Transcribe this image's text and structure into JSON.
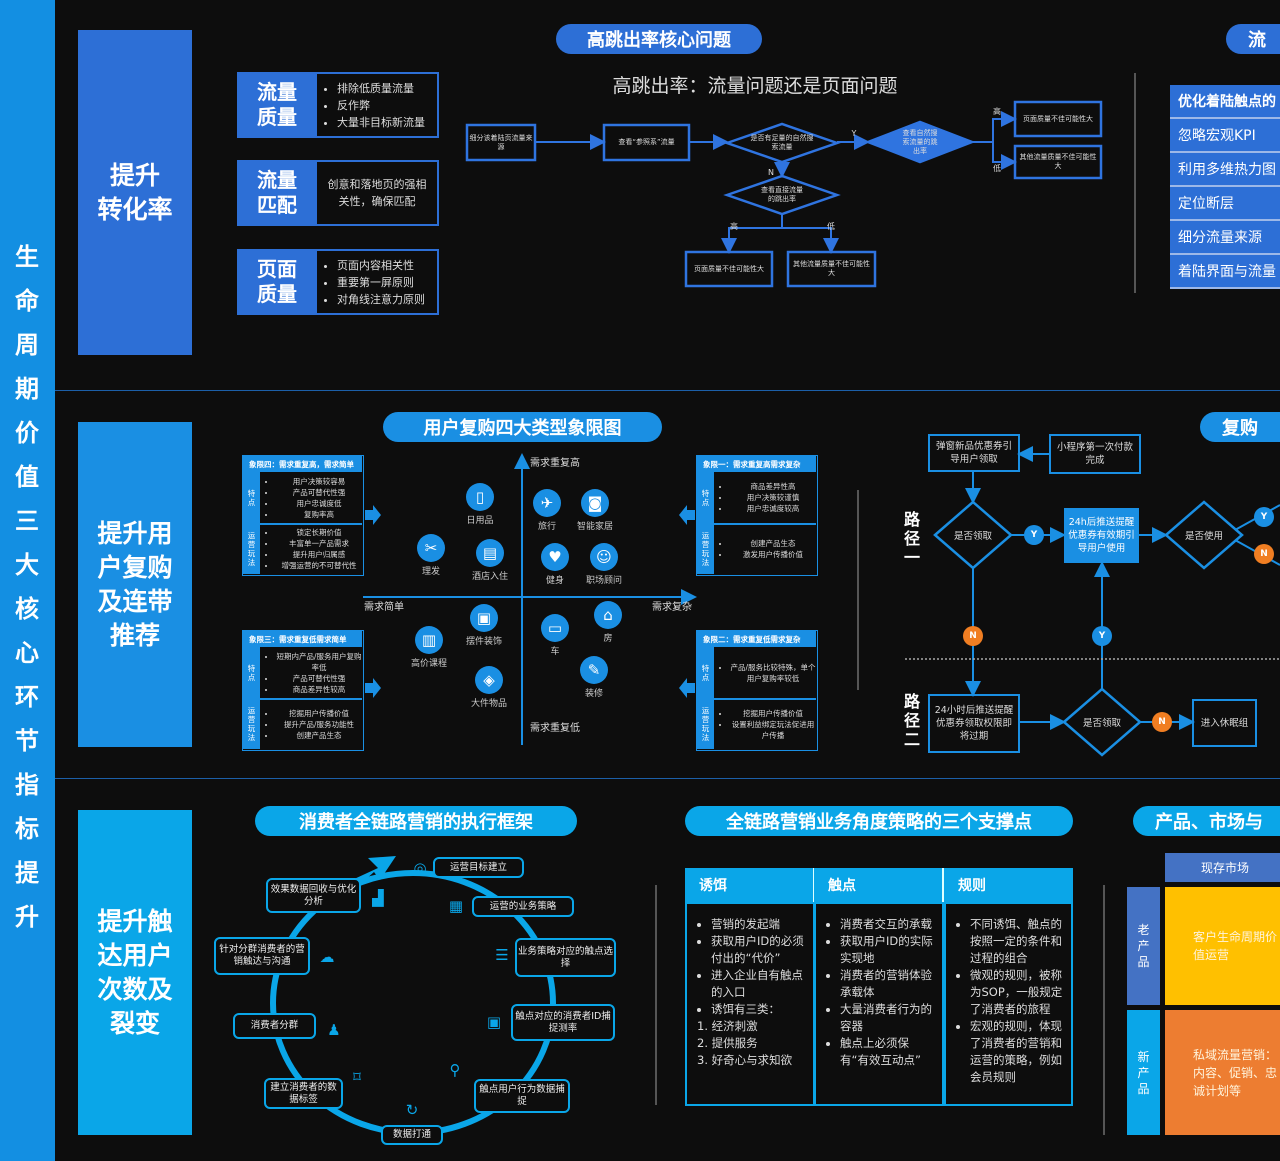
{
  "sidebar_title": "生命周期价值三大核心环节指标提升",
  "colors": {
    "sidebar": "#138fe2",
    "s1": "#2d6fd6",
    "s2": "#1a8fe3",
    "s3": "#0aa6e8",
    "yes": "#1a8fe3",
    "no": "#f07e22",
    "yellow": "#ffc000",
    "orange": "#ed7d31",
    "matrix_blue": "#4472c4"
  },
  "s1": {
    "label": [
      "提升",
      "转化率"
    ],
    "pill": "高跳出率核心问题",
    "subtitle": "高跳出率：流量问题还是页面问题",
    "cards": [
      {
        "title": "流量质量",
        "bullets": [
          "排除低质量流量",
          "反作弊",
          "大量非目标新流量"
        ]
      },
      {
        "title": "流量匹配",
        "text": "创意和落地页的强相关性，确保匹配"
      },
      {
        "title": "页面质量",
        "bullets": [
          "页面内容相关性",
          "重要第一屏原则",
          "对角线注意力原则"
        ]
      }
    ],
    "flow": {
      "n1": "细分该着陆页流量来源",
      "n2": "查看“参照系”流量",
      "d1": "是否有足量的自然搜索流量",
      "d2": "查看自然搜索流量的跳出率",
      "d3": "查看直接流量的跳出率",
      "b1": "页面质量不佳可能性大",
      "b2": "其他流量质量不佳可能性大",
      "r1": "页面质量不佳可能性大",
      "r2": "其他流量质量不佳可能性大",
      "y": "Y",
      "n": "N",
      "high": "高",
      "low": "低"
    },
    "right_pill": "流",
    "right_list": [
      "优化着陆触点的",
      "忽略宏观KPI",
      "利用多维热力图",
      "定位断层",
      "细分流量来源",
      "着陆界面与流量"
    ]
  },
  "s2": {
    "label": [
      "提升用",
      "户复购",
      "及连带",
      "推荐"
    ],
    "pill": "用户复购四大类型象限图",
    "axis": {
      "top": "需求重复高",
      "bottom": "需求重复低",
      "left": "需求简单",
      "right": "需求复杂"
    },
    "side_features": "特点",
    "side_ops": "运营玩法",
    "quadrants": [
      {
        "title": "象限四：需求重复高，需求简单",
        "features": [
          "用户决策较容易",
          "产品可替代性强",
          "用户忠诚度低",
          "复购率高"
        ],
        "ops": [
          "锁定长期价值",
          "丰富单一产品需求",
          "提升用户归属感",
          "增强运营的不可替代性"
        ]
      },
      {
        "title": "象限一：需求重复高需求复杂",
        "features": [
          "商品差异性高",
          "用户决策较谨慎",
          "用户忠诚度较高"
        ],
        "ops": [
          "创建产品生态",
          "激发用户传播价值"
        ]
      },
      {
        "title": "象限三：需求重复低需求简单",
        "features": [
          "短期内产品/服务用户复购率低",
          "产品可替代性强",
          "商品差异性较高"
        ],
        "ops": [
          "挖掘用户传播价值",
          "提升产品/服务功能性",
          "创建产品生态"
        ]
      },
      {
        "title": "象限二：需求重复低需求复杂",
        "features": [
          "产品/服务比较特殊，单个用户复购率较低"
        ],
        "ops": [
          "挖掘用户传播价值",
          "设置利益绑定玩法促进用户传播"
        ]
      }
    ],
    "icons": [
      {
        "label": "日用品",
        "glyph": "▯"
      },
      {
        "label": "理发",
        "glyph": "✂"
      },
      {
        "label": "酒店入住",
        "glyph": "▤"
      },
      {
        "label": "旅行",
        "glyph": "✈"
      },
      {
        "label": "智能家居",
        "glyph": "◙"
      },
      {
        "label": "健身",
        "glyph": "♥"
      },
      {
        "label": "职场顾问",
        "glyph": "☺"
      },
      {
        "label": "摆件装饰",
        "glyph": "▣"
      },
      {
        "label": "高价课程",
        "glyph": "▥"
      },
      {
        "label": "大件物品",
        "glyph": "◈"
      },
      {
        "label": "车",
        "glyph": "▭"
      },
      {
        "label": "房",
        "glyph": "⌂"
      },
      {
        "label": "装修",
        "glyph": "✎"
      }
    ],
    "right_pill": "复购",
    "flow": {
      "path1": "路径一",
      "path2": "路径二",
      "coupon": "弹窗新品优惠券引导用户领取",
      "first_pay": "小程序第一次付款完成",
      "claimed": "是否领取",
      "remind24h": "24h后推送提醒优惠券有效期引导用户使用",
      "used": "是否使用",
      "remind24h_2": "24小时后推送提醒优惠券领取权限即将过期",
      "claimed2": "是否领取",
      "sleep": "进入休眠组",
      "y": "Y",
      "n": "N"
    }
  },
  "s3": {
    "label": [
      "提升触",
      "达用户",
      "次数及",
      "裂变"
    ],
    "pill1": "消费者全链路营销的执行框架",
    "cycle": [
      "运营目标建立",
      "运营的业务策略",
      "业务策略对应的触点选择",
      "触点对应的消费者ID捕捉测率",
      "触点用户行为数据捕捉",
      "数据打通",
      "建立消费者的数据标签",
      "消费者分群",
      "针对分群消费者的营销触达与沟通",
      "效果数据回收与优化分析"
    ],
    "pill2": "全链路营销业务角度策略的三个支撑点",
    "table": [
      {
        "head": "诱饵",
        "bullets": [
          "营销的发起端",
          "获取用户ID的必须付出的“代价”",
          "进入企业自有触点的入口",
          "诱饵有三类："
        ],
        "numbered": [
          "1. 经济刺激",
          "2. 提供服务",
          "3. 好奇心与求知欲"
        ]
      },
      {
        "head": "触点",
        "bullets": [
          "消费者交互的承载",
          "获取用户ID的实际实现地",
          "消费者的营销体验承载体",
          "大量消费者行为的容器",
          "触点上必须保有“有效互动点”"
        ]
      },
      {
        "head": "规则",
        "bullets": [
          "不同诱饵、触点的按照一定的条件和过程的组合",
          "微观的规则，被称为SOP，一般规定了消费者的旅程",
          "宏观的规则，体现了消费者的营销和运营的策略，例如会员规则"
        ]
      }
    ],
    "pill3": "产品、市场与",
    "matrix": {
      "col": "现存市场",
      "rows": [
        {
          "label": "老产品",
          "text": "客户生命周期价值运营"
        },
        {
          "label": "新产品",
          "text": "私域流量营销：内容、促销、忠诚计划等"
        }
      ]
    }
  }
}
